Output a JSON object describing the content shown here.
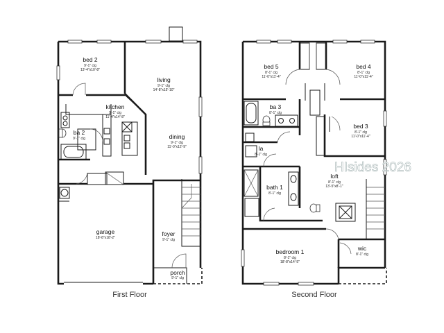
{
  "floors": {
    "first": {
      "caption": "First Floor",
      "rooms": {
        "bed2": {
          "name": "bed 2",
          "clg": "9'-1\" clg",
          "size": "13'-4\"x10'-8\""
        },
        "living": {
          "name": "living",
          "clg": "9'-1\" clg",
          "size": "14'-8\"x15'-10\""
        },
        "kitchen": {
          "name": "kitchen",
          "clg": "9'-1\" clg",
          "size": "11'-4\"x14'-8\""
        },
        "ba2": {
          "name": "ba 2",
          "clg": "9'-1\" clg"
        },
        "dining": {
          "name": "dining",
          "clg": "9'-1\" clg",
          "size": "11'-0\"x12'-9\""
        },
        "garage": {
          "name": "garage",
          "size": "18'-8\"x18'-2\""
        },
        "foyer": {
          "name": "foyer",
          "clg": "9'-1\" clg"
        },
        "porch": {
          "name": "porch",
          "clg": "9'-1\" clg"
        }
      }
    },
    "second": {
      "caption": "Second Floor",
      "rooms": {
        "bed5": {
          "name": "bed 5",
          "clg": "8'-1\" clg",
          "size": "11'-0\"x11'-4\""
        },
        "bed4": {
          "name": "bed 4",
          "clg": "8'-1\" clg",
          "size": "11'-0\"x11'-4\""
        },
        "ba3": {
          "name": "ba 3",
          "clg": "8'-1\" clg"
        },
        "bed3": {
          "name": "bed 3",
          "clg": "8'-1\" clg",
          "size": "11'-0\"x11'-4\""
        },
        "la": {
          "name": "la",
          "clg": "8'-1\" clg"
        },
        "loft": {
          "name": "loft",
          "clg": "8'-1\" clg",
          "size": "13'-5\"x8'-1\""
        },
        "bath1": {
          "name": "bath 1",
          "clg": "8'-1\" clg"
        },
        "bedroom1": {
          "name": "bedroom 1",
          "clg": "8'-1\" clg",
          "size": "18'-8\"x14'-5\""
        },
        "wic": {
          "name": "wic",
          "clg": "8'-1\" clg"
        }
      }
    }
  },
  "watermark": "HIsides 2026",
  "colors": {
    "wall": "#1a1a1a",
    "watermark_stroke": "#99aaaa"
  }
}
